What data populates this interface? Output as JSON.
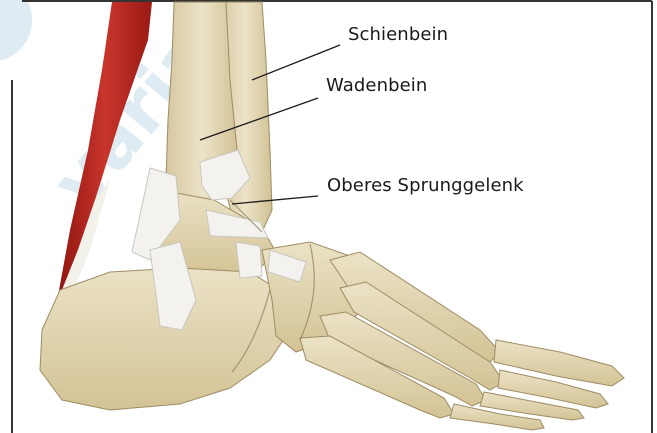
{
  "labels": {
    "schienbein": "Schienbein",
    "wadenbein": "Wadenbein",
    "sprunggelenk": "Oberes Sprunggelenk"
  },
  "watermark": "variant",
  "colors": {
    "background": "#ffffff",
    "bone": "#e6dcc0",
    "bone_shadow": "#c9b98f",
    "bone_outline": "#8c7a55",
    "ligament": "#f2f2ee",
    "muscle": "#b3221c",
    "leader_line": "#1a1a1a",
    "frame": "#333333",
    "watermark": "#dbe9f1"
  }
}
